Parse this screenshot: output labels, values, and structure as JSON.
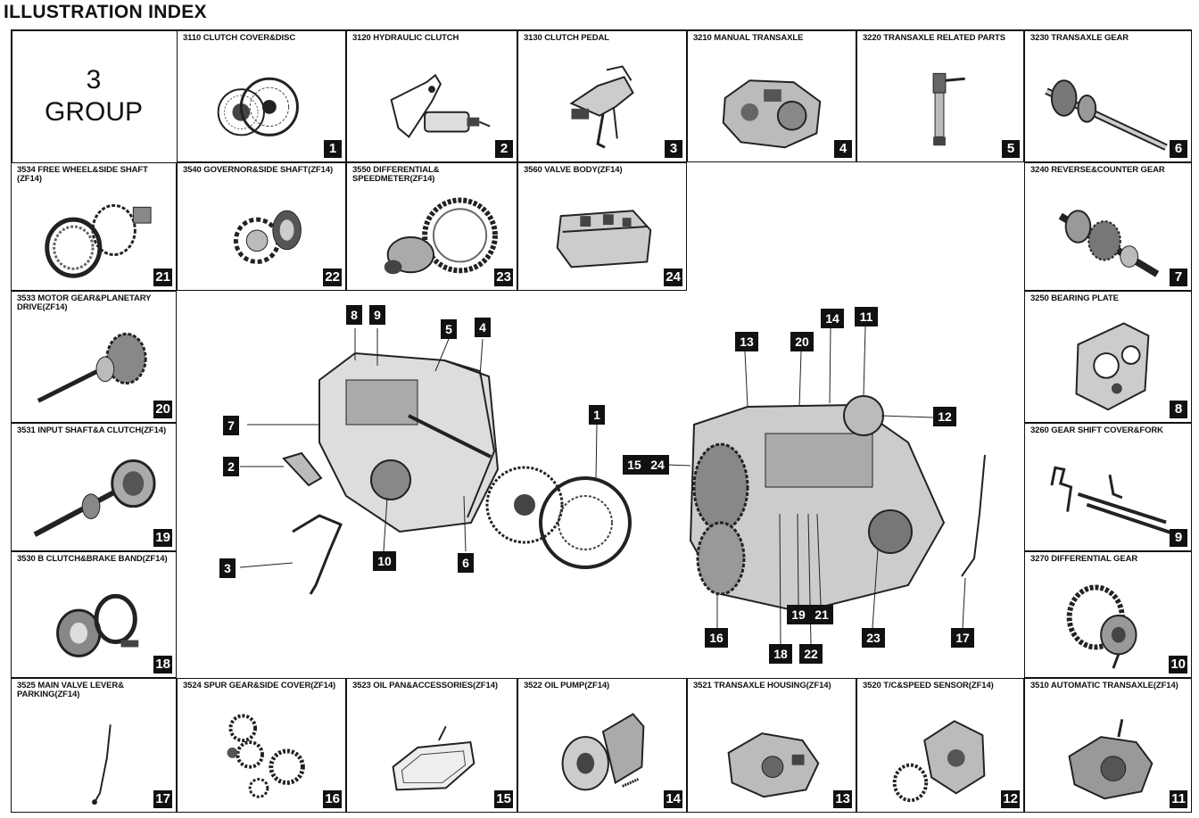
{
  "page": {
    "title": "ILLUSTRATION INDEX"
  },
  "group": {
    "number": "3",
    "label": "GROUP"
  },
  "cells": [
    {
      "caption": "3110 CLUTCH COVER&DISC",
      "number": "1",
      "icon": "clutch-disc-icon"
    },
    {
      "caption": "3120 HYDRAULIC CLUTCH",
      "number": "2",
      "icon": "hydraulic-cylinder-icon"
    },
    {
      "caption": "3130 CLUTCH PEDAL",
      "number": "3",
      "icon": "pedal-icon"
    },
    {
      "caption": "3210 MANUAL TRANSAXLE",
      "number": "4",
      "icon": "transaxle-icon"
    },
    {
      "caption": "3220 TRANSAXLE RELATED PARTS",
      "number": "5",
      "icon": "shift-rod-icon"
    },
    {
      "caption": "3230 TRANSAXLE GEAR",
      "number": "6",
      "icon": "gear-shaft-icon"
    },
    {
      "caption": "3534 FREE WHEEL&SIDE SHAFT (ZF14)",
      "number": "21",
      "icon": "ring-gear-icon"
    },
    {
      "caption": "3540 GOVERNOR&SIDE SHAFT(ZF14)",
      "number": "22",
      "icon": "gear-icon"
    },
    {
      "caption": "3550 DIFFERENTIAL& SPEEDMETER(ZF14)",
      "number": "23",
      "icon": "differential-icon"
    },
    {
      "caption": "3560 VALVE BODY(ZF14)",
      "number": "24",
      "icon": "valve-body-icon"
    },
    {
      "caption": "3240 REVERSE&COUNTER GEAR",
      "number": "7",
      "icon": "gear-shaft-icon"
    },
    {
      "caption": "3533 MOTOR GEAR&PLANETARY DRIVE(ZF14)",
      "number": "20",
      "icon": "gear-shaft-icon"
    },
    {
      "caption": "3250 BEARING PLATE",
      "number": "8",
      "icon": "bearing-plate-icon"
    },
    {
      "caption": "3531 INPUT SHAFT&A CLUTCH(ZF14)",
      "number": "19",
      "icon": "gear-shaft-icon"
    },
    {
      "caption": "3260 GEAR SHIFT COVER&FORK",
      "number": "9",
      "icon": "shift-fork-icon"
    },
    {
      "caption": "3530 B CLUTCH&BRAKE BAND(ZF14)",
      "number": "18",
      "icon": "brake-band-icon"
    },
    {
      "caption": "3270 DIFFERENTIAL GEAR",
      "number": "10",
      "icon": "differential-icon"
    },
    {
      "caption": "3525 MAIN VALVE LEVER& PARKING(ZF14)",
      "number": "17",
      "icon": "lever-rod-icon"
    },
    {
      "caption": "3524 SPUR GEAR&SIDE COVER(ZF14)",
      "number": "16",
      "icon": "spur-gears-icon"
    },
    {
      "caption": "3523 OIL PAN&ACCESSORIES(ZF14)",
      "number": "15",
      "icon": "oil-pan-icon"
    },
    {
      "caption": "3522 OIL PUMP(ZF14)",
      "number": "14",
      "icon": "oil-pump-icon"
    },
    {
      "caption": "3521 TRANSAXLE HOUSING(ZF14)",
      "number": "13",
      "icon": "transaxle-icon"
    },
    {
      "caption": "3520 T/C&SPEED SENSOR(ZF14)",
      "number": "12",
      "icon": "transaxle-icon"
    },
    {
      "caption": "3510 AUTOMATIC TRANSAXLE(ZF14)",
      "number": "11",
      "icon": "transaxle-icon"
    }
  ],
  "callouts": [
    {
      "label": "8"
    },
    {
      "label": "9"
    },
    {
      "label": "5"
    },
    {
      "label": "4"
    },
    {
      "label": "7"
    },
    {
      "label": "2"
    },
    {
      "label": "3"
    },
    {
      "label": "10"
    },
    {
      "label": "6"
    },
    {
      "label": "1"
    },
    {
      "label": "14"
    },
    {
      "label": "11"
    },
    {
      "label": "13"
    },
    {
      "label": "20"
    },
    {
      "label": "12"
    },
    {
      "label": "15"
    },
    {
      "label": "24"
    },
    {
      "label": "16"
    },
    {
      "label": "18"
    },
    {
      "label": "19"
    },
    {
      "label": "21"
    },
    {
      "label": "22"
    },
    {
      "label": "23"
    },
    {
      "label": "17"
    }
  ]
}
